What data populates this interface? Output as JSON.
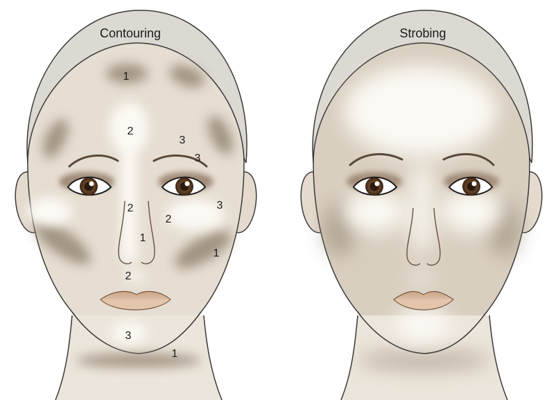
{
  "panels": [
    {
      "title": "Contouring",
      "markers": [
        "1",
        "2",
        "3",
        "3",
        "2",
        "2",
        "3",
        "1",
        "1",
        "2",
        "3",
        "1"
      ]
    },
    {
      "title": "Strobing"
    }
  ],
  "colors": {
    "skin": "#e7dfd3",
    "hair": "#d9d6d0",
    "contour": "#8c7b68",
    "highlight": "#fbf9f4",
    "iris": "#5a3a22",
    "lips": "#d9b99c",
    "outline": "#3a3a3a"
  }
}
